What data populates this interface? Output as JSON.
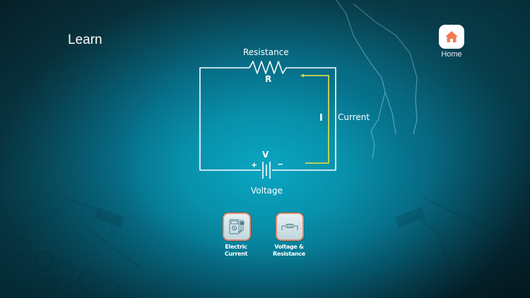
{
  "header": {
    "title": "Learn"
  },
  "home": {
    "label": "Home",
    "icon": "home-icon",
    "icon_color": "#f07d57"
  },
  "diagram": {
    "resistance_label": "Resistance",
    "resistor_symbol": "R",
    "current_label": "Current",
    "current_symbol": "I",
    "voltage_symbol": "V",
    "plus_sign": "+",
    "minus_sign": "−",
    "voltage_label": "Voltage",
    "wire_color": "#ffffff",
    "current_arrow_color": "#d4d64a"
  },
  "topics": [
    {
      "label_line1": "Electric",
      "label_line2": "Current",
      "icon": "multimeter-icon"
    },
    {
      "label_line1": "Voltage &",
      "label_line2": "Resistance",
      "icon": "resistor-icon"
    }
  ],
  "colors": {
    "accent_border": "#e08a6a",
    "background_center": "#0aa6c2",
    "background_edge": "#06222c"
  }
}
